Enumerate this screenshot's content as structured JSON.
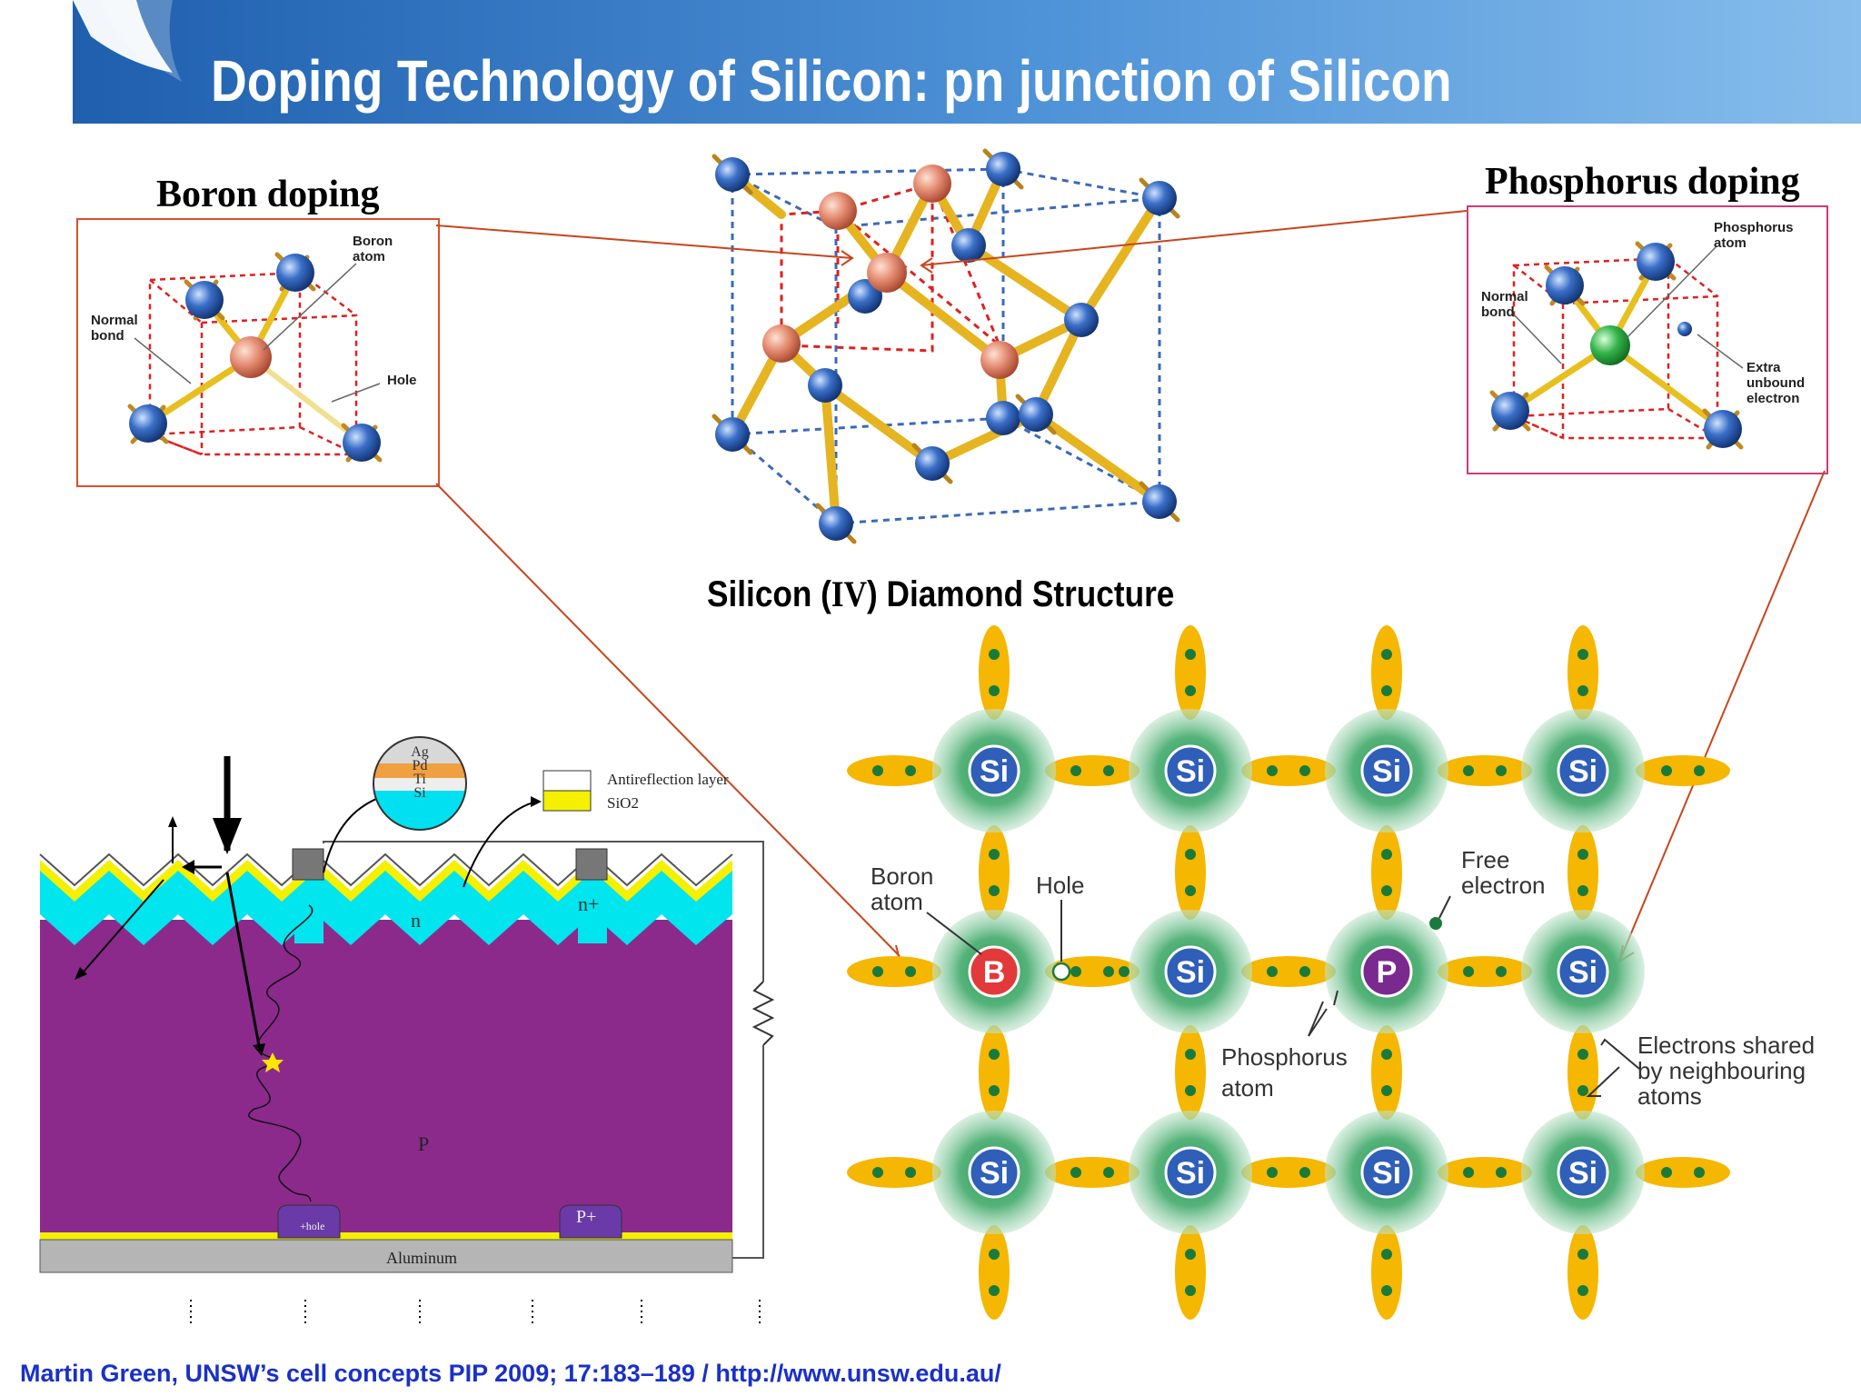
{
  "header": {
    "title": "Doping Technology of Silicon: pn junction of Silicon"
  },
  "boron_panel": {
    "heading": "Boron doping",
    "labels": {
      "boron_atom_1": "Boron",
      "boron_atom_2": "atom",
      "normal_bond_1": "Normal",
      "normal_bond_2": "bond",
      "hole": "Hole"
    }
  },
  "phosphorus_panel": {
    "heading": "Phosphorus  doping",
    "labels": {
      "phosphorus_atom_1": "Phosphorus",
      "phosphorus_atom_2": "atom",
      "normal_bond_1": "Normal",
      "normal_bond_2": "bond",
      "extra_1": "Extra",
      "extra_2": "unbound",
      "extra_3": "electron"
    }
  },
  "diamond": {
    "caption_a": "Silicon (",
    "caption_roman": "IV",
    "caption_b": ") Diamond Structure"
  },
  "cell": {
    "antireflection": "Antireflection layer",
    "sio2": "SiO2",
    "stack": [
      "Ag",
      "Pd",
      "Ti",
      "Si"
    ],
    "n_label": "n",
    "nplus_label": "n+",
    "p_label": "P",
    "pplus_label": "P+",
    "hole_label": "+hole",
    "aluminum": "Aluminum"
  },
  "lattice": {
    "si_label": "Si",
    "boron_symbol": "B",
    "phosphorus_symbol": "P",
    "boron_atom_1": "Boron",
    "boron_atom_2": "atom",
    "hole": "Hole",
    "free_electron_1": "Free",
    "free_electron_2": "electron",
    "phosphorus_atom_1": "Phosphorus",
    "phosphorus_atom_2": "atom",
    "shared_1": "Electrons shared",
    "shared_2": "by neighbouring",
    "shared_3": "atoms"
  },
  "footer": {
    "citation": "Martin Green, UNSW’s cell concepts PIP 2009; 17:183–189 / http://www.unsw.edu.au/"
  },
  "colors": {
    "title_gradient_start": "#1f5fae",
    "title_gradient_end": "#86bdec",
    "p_region": "#8c2a8c",
    "n_region": "#00e5ee",
    "bond_gold": "#f5b700",
    "si_sphere": "#2f5fb8",
    "boron_red": "#e23a3a",
    "phosphorus_purple": "#7a2a8e",
    "footer_blue": "#1a30c8"
  }
}
